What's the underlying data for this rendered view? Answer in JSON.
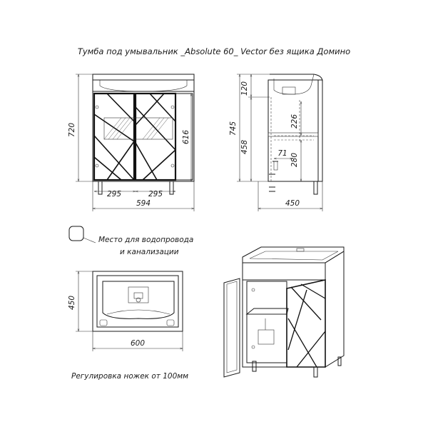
{
  "title": "Тумба под умывальник _Absolute 60_ Vector без ящика Домино",
  "legend": {
    "line1": "Место для водопровода",
    "line2": "и канализации"
  },
  "footer_note": "Регулировка ножек от 100мм",
  "front_view": {
    "height_total": "720",
    "height_doors": "616",
    "width_door_left": "295",
    "width_door_right": "295",
    "width_total": "594"
  },
  "side_view": {
    "height_total": "745",
    "dim_top": "120",
    "dim_mid": "458",
    "dim_shelf": "226",
    "dim_lower": "280",
    "dim_71": "71",
    "depth": "450"
  },
  "top_view": {
    "depth": "450",
    "width": "600"
  }
}
